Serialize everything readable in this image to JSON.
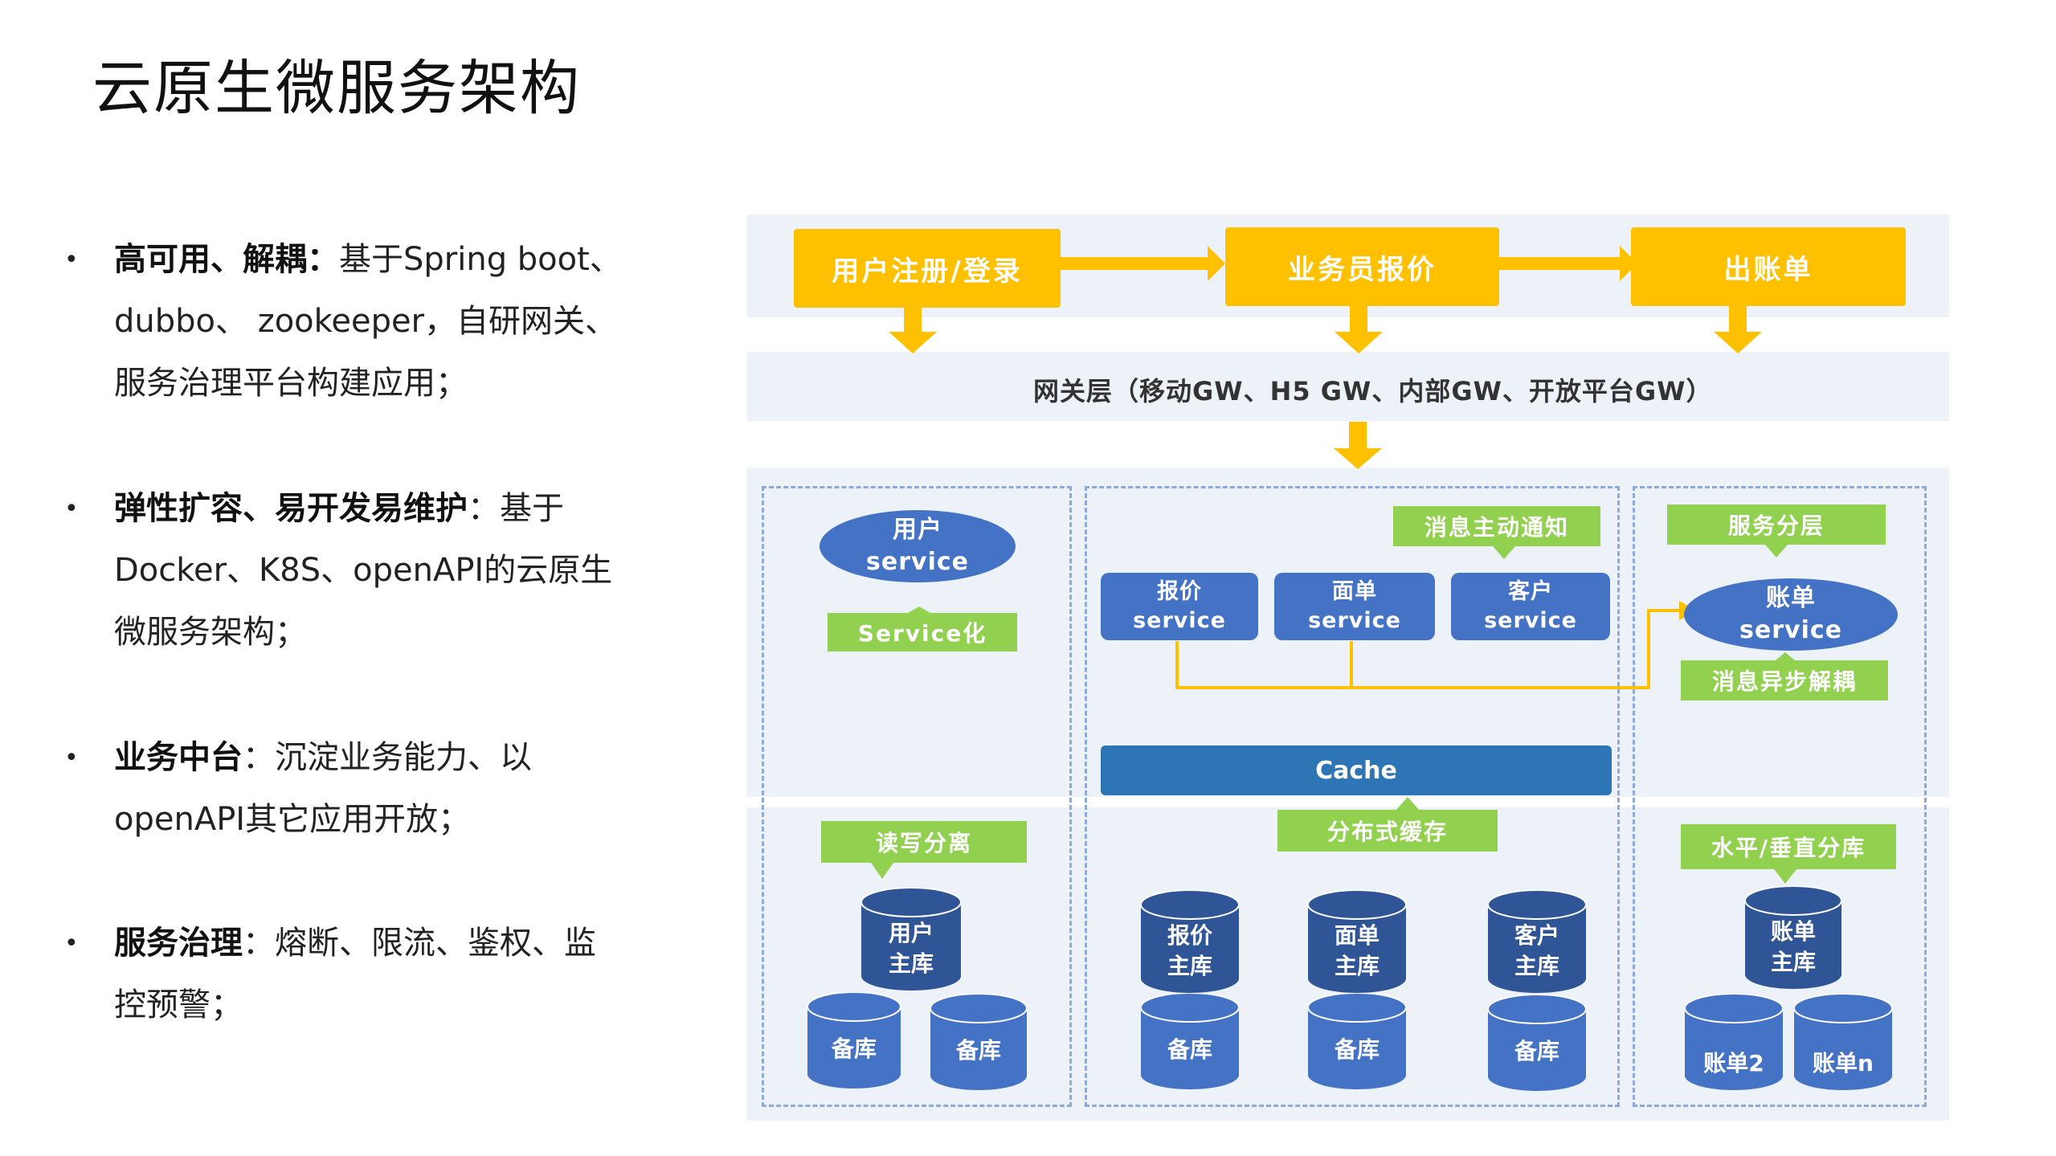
{
  "title": "云原生微服务架构",
  "bullets": [
    {
      "bold": "高可用、解耦：",
      "text": "基于Spring boot、dubbo、 zookeeper，自研网关、服务治理平台构建应用；"
    },
    {
      "bold": "弹性扩容、易开发易维护",
      "text": "：基于Docker、K8S、openAPI的云原生微服务架构；"
    },
    {
      "bold": "业务中台",
      "text": "：沉淀业务能力、以openAPI其它应用开放；"
    },
    {
      "bold": "服务治理",
      "text": "：熔断、限流、鉴权、监控预警；"
    }
  ],
  "diagram": {
    "flow": [
      "用户注册/登录",
      "业务员报价",
      "出账单"
    ],
    "gateway": "网关层（移动GW、H5 GW、内部GW、开放平台GW）",
    "user_service": [
      "用户",
      "service"
    ],
    "callouts": {
      "servicize": "Service化",
      "notify": "消息主动通知",
      "layering": "服务分层",
      "async": "消息异步解耦",
      "rw_split": "读写分离",
      "dist_cache": "分布式缓存",
      "sharding": "水平/垂直分库"
    },
    "services": [
      [
        "报价",
        "service"
      ],
      [
        "面单",
        "service"
      ],
      [
        "客户",
        "service"
      ]
    ],
    "bill_service": [
      "账单",
      "service"
    ],
    "cache": "Cache",
    "db": {
      "user_main": [
        "用户",
        "主库"
      ],
      "backup": "备库",
      "quote_main": [
        "报价",
        "主库"
      ],
      "waybill_main": [
        "面单",
        "主库"
      ],
      "customer_main": [
        "客户",
        "主库"
      ],
      "bill_main": [
        "账单",
        "主库"
      ],
      "bill_2": "账单2",
      "bill_n": "账单n"
    }
  },
  "colors": {
    "yellow": "#ffc000",
    "green": "#92d050",
    "blue": "#4472c4",
    "cache": "#2e75b6",
    "band": "#edf1f8",
    "dash": "#8eaadb"
  }
}
